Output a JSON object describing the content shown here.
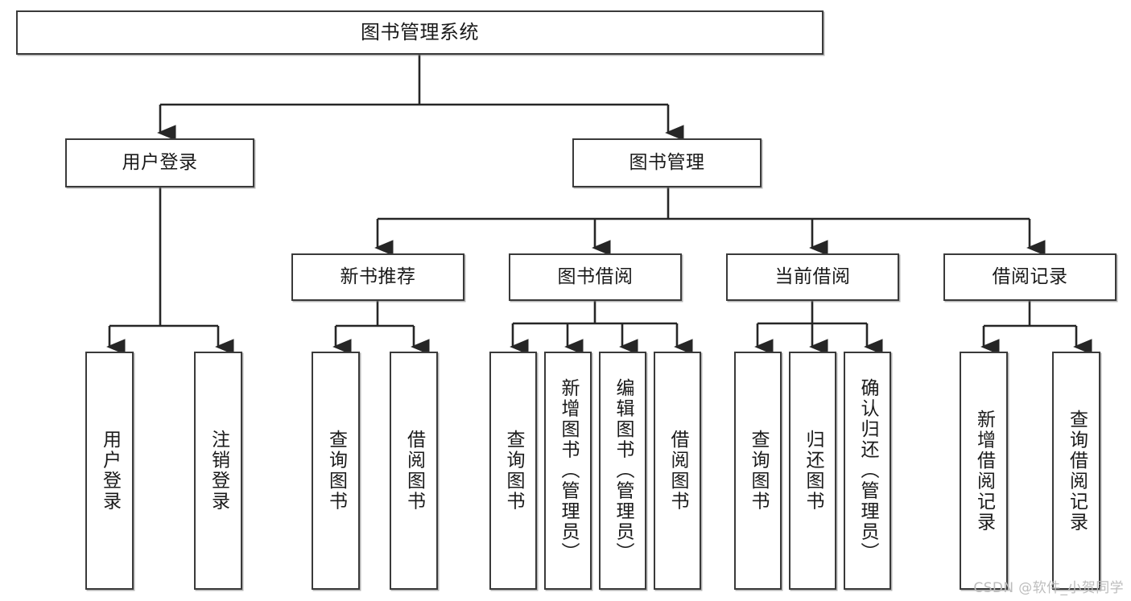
{
  "diagram": {
    "type": "tree-hierarchy-diagram",
    "title": "图书管理系统",
    "style": {
      "box_border_color": "#3a3a3a",
      "box_fill_color": "#ffffff",
      "edge_color": "#262626",
      "background_color": "#ffffff",
      "text_color": "#1a1a1a"
    },
    "levels": [
      {
        "level": 1,
        "nodes": [
          {
            "id": "root",
            "label": "图书管理系统",
            "orientation": "horizontal"
          }
        ]
      },
      {
        "level": 2,
        "nodes": [
          {
            "id": "login",
            "label": "用户登录",
            "orientation": "horizontal",
            "parent": "root"
          },
          {
            "id": "bookmgmt",
            "label": "图书管理",
            "orientation": "horizontal",
            "parent": "root"
          }
        ]
      },
      {
        "level": 3,
        "nodes": [
          {
            "id": "newbook",
            "label": "新书推荐",
            "orientation": "horizontal",
            "parent": "bookmgmt"
          },
          {
            "id": "borrow",
            "label": "图书借阅",
            "orientation": "horizontal",
            "parent": "bookmgmt"
          },
          {
            "id": "current",
            "label": "当前借阅",
            "orientation": "horizontal",
            "parent": "bookmgmt"
          },
          {
            "id": "records",
            "label": "借阅记录",
            "orientation": "horizontal",
            "parent": "bookmgmt"
          }
        ]
      },
      {
        "level": 4,
        "nodes": [
          {
            "id": "leaf1",
            "label": "用户登录",
            "orientation": "vertical",
            "parent": "login"
          },
          {
            "id": "leaf2",
            "label": "注销登录",
            "orientation": "vertical",
            "parent": "login"
          },
          {
            "id": "leaf3",
            "label": "查询图书",
            "orientation": "vertical",
            "parent": "newbook"
          },
          {
            "id": "leaf4",
            "label": "借阅图书",
            "orientation": "vertical",
            "parent": "newbook"
          },
          {
            "id": "leaf5",
            "label": "查询图书",
            "orientation": "vertical",
            "parent": "borrow"
          },
          {
            "id": "leaf6",
            "label": "新增图书（管理员）",
            "orientation": "vertical",
            "parent": "borrow"
          },
          {
            "id": "leaf7",
            "label": "编辑图书（管理员）",
            "orientation": "vertical",
            "parent": "borrow"
          },
          {
            "id": "leaf8",
            "label": "借阅图书",
            "orientation": "vertical",
            "parent": "borrow"
          },
          {
            "id": "leaf9",
            "label": "查询图书",
            "orientation": "vertical",
            "parent": "current"
          },
          {
            "id": "leaf10",
            "label": "归还图书",
            "orientation": "vertical",
            "parent": "current"
          },
          {
            "id": "leaf11",
            "label": "确认归还（管理员）",
            "orientation": "vertical",
            "parent": "current"
          },
          {
            "id": "leaf12",
            "label": "新增借阅记录",
            "orientation": "vertical",
            "parent": "records"
          },
          {
            "id": "leaf13",
            "label": "查询借阅记录",
            "orientation": "vertical",
            "parent": "records"
          }
        ]
      }
    ]
  },
  "watermark": {
    "text": "CSDN @软件_小贺同学"
  }
}
